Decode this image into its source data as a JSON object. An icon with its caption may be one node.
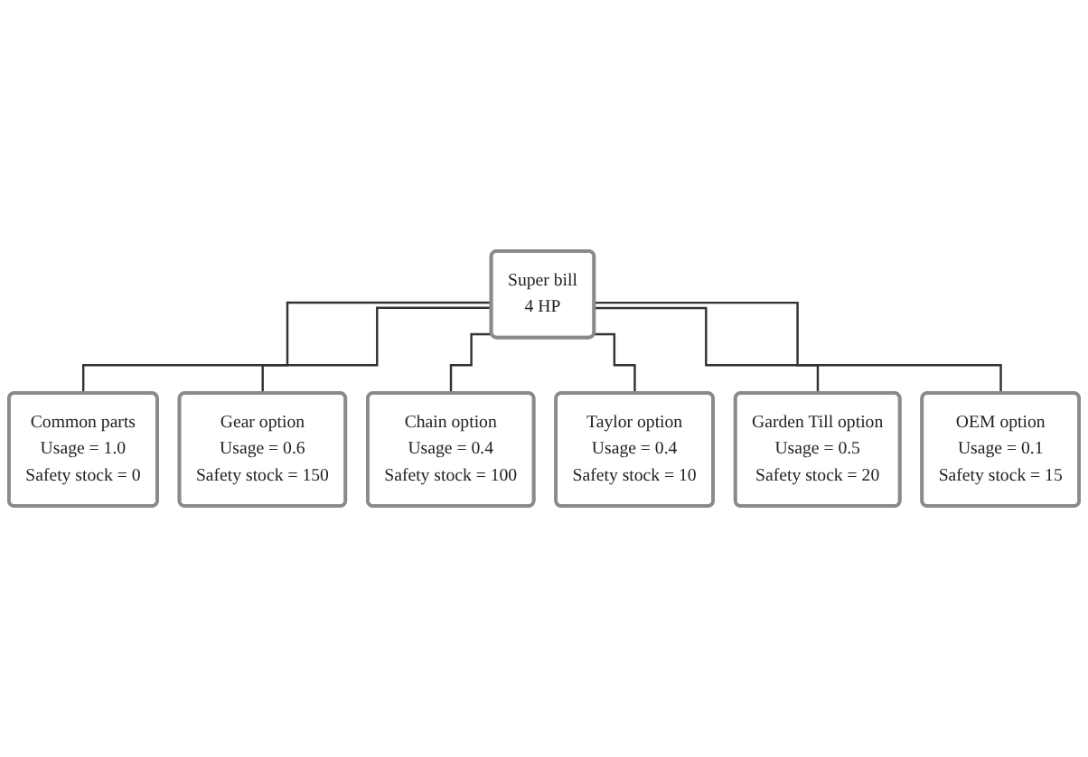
{
  "diagram": {
    "nodes": [
      {
        "text": [
          "Super bill",
          "4 HP"
        ]
      },
      {
        "text": [
          "Common parts",
          "Usage = 1.0",
          "Safety stock = 0"
        ]
      },
      {
        "text": [
          "Gear option",
          "Usage = 0.6",
          "Safety stock = 150"
        ]
      },
      {
        "text": [
          "Chain option",
          "Usage = 0.4",
          "Safety stock = 100"
        ]
      },
      {
        "text": [
          "Taylor option",
          "Usage = 0.4",
          "Safety stock = 10"
        ]
      },
      {
        "text": [
          "Garden Till option",
          "Usage = 0.5",
          "Safety stock = 20"
        ]
      },
      {
        "text": [
          "OEM option",
          "Usage = 0.1",
          "Safety stock = 15"
        ]
      }
    ],
    "edges": [
      {
        "from": 0,
        "to": 1,
        "arrow": "none"
      },
      {
        "from": 0,
        "to": 2,
        "arrow": "none"
      },
      {
        "from": 0,
        "to": 3,
        "arrow": "none"
      },
      {
        "from": 0,
        "to": 4,
        "arrow": "none"
      },
      {
        "from": 0,
        "to": 5,
        "arrow": "none"
      },
      {
        "from": 0,
        "to": 6,
        "arrow": "none"
      }
    ]
  }
}
